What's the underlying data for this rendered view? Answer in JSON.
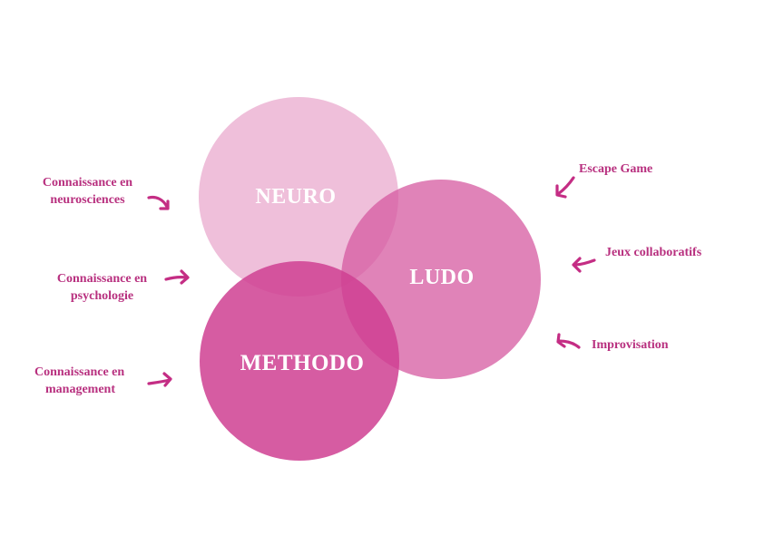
{
  "colors": {
    "neuro": "#e9a9cd",
    "ludo": "#d55aa0",
    "methodo": "#cf3f92",
    "label_text": "#b8307f",
    "arrow": "#c42d84"
  },
  "circles": {
    "neuro": "NEURO",
    "ludo": "LUDO",
    "methodo": "METHODO"
  },
  "left_labels": [
    {
      "line1": "Connaissance en",
      "line2": "neurosciences"
    },
    {
      "line1": "Connaissance en",
      "line2": "psychologie"
    },
    {
      "line1": "Connaissance en",
      "line2": "management"
    }
  ],
  "right_labels": [
    {
      "text": "Escape Game"
    },
    {
      "text": "Jeux collaboratifs"
    },
    {
      "text": "Improvisation"
    }
  ],
  "icons": [
    "arrow-icon"
  ]
}
